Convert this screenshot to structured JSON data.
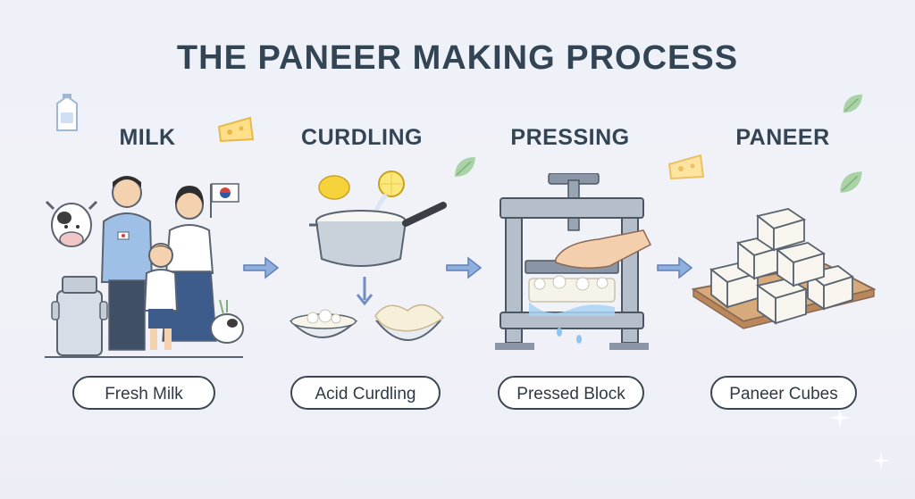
{
  "title": "THE PANEER MAKING PROCESS",
  "steps": [
    {
      "heading": "MILK",
      "label": "Fresh Milk",
      "illustration": "family-cow-milk-can"
    },
    {
      "heading": "CURDLING",
      "label": "Acid Curdling",
      "illustration": "saucepan-lemon-curds"
    },
    {
      "heading": "PRESSING",
      "label": "Pressed Block",
      "illustration": "cheese-press"
    },
    {
      "heading": "PANEER",
      "label": "Paneer Cubes",
      "illustration": "paneer-cubes-board"
    }
  ],
  "colors": {
    "title": "#334454",
    "arrow": "#6f8fc0",
    "pill_border": "#3c4652",
    "paneer": "#f7f5ee",
    "board": "#c89a6b"
  }
}
